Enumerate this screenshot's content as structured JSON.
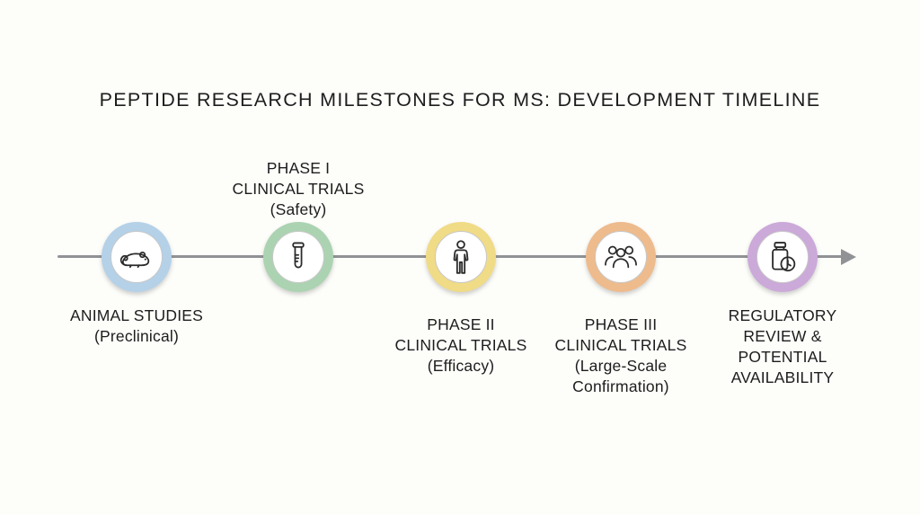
{
  "title": "PEPTIDE RESEARCH MILESTONES FOR MS: DEVELOPMENT TIMELINE",
  "colors": {
    "background": "#fdfdfa",
    "text": "#1d1d1d",
    "line": "#909295",
    "inner_circle_border": "#c8c8c8"
  },
  "timeline": {
    "direction": "left-to-right",
    "arrow_icon": "arrow-right-icon"
  },
  "milestones": [
    {
      "id": "animal-studies",
      "icon": "mouse-icon",
      "ring_color": "#b4d1e8",
      "label_position": "below",
      "lines": [
        "ANIMAL STUDIES",
        "(Preclinical)"
      ]
    },
    {
      "id": "phase-1-clinical-trials",
      "icon": "test-tube-icon",
      "ring_color": "#abd3b1",
      "label_position": "above",
      "lines": [
        "PHASE I",
        "CLINICAL TRIALS",
        "(Safety)"
      ]
    },
    {
      "id": "phase-2-clinical-trials",
      "icon": "person-icon",
      "ring_color": "#f0db86",
      "label_position": "below",
      "lines": [
        "PHASE II",
        "CLINICAL TRIALS",
        "(Efficacy)"
      ]
    },
    {
      "id": "phase-3-clinical-trials",
      "icon": "people-group-icon",
      "ring_color": "#eebb8d",
      "label_position": "below",
      "lines": [
        "PHASE III",
        "CLINICAL TRIALS",
        "(Large-Scale",
        "Confirmation)"
      ]
    },
    {
      "id": "regulatory-review",
      "icon": "pill-bottle-clock-icon",
      "ring_color": "#cba9d9",
      "label_position": "below",
      "lines": [
        "REGULATORY",
        "REVIEW &",
        "POTENTIAL",
        "AVAILABILITY"
      ]
    }
  ]
}
